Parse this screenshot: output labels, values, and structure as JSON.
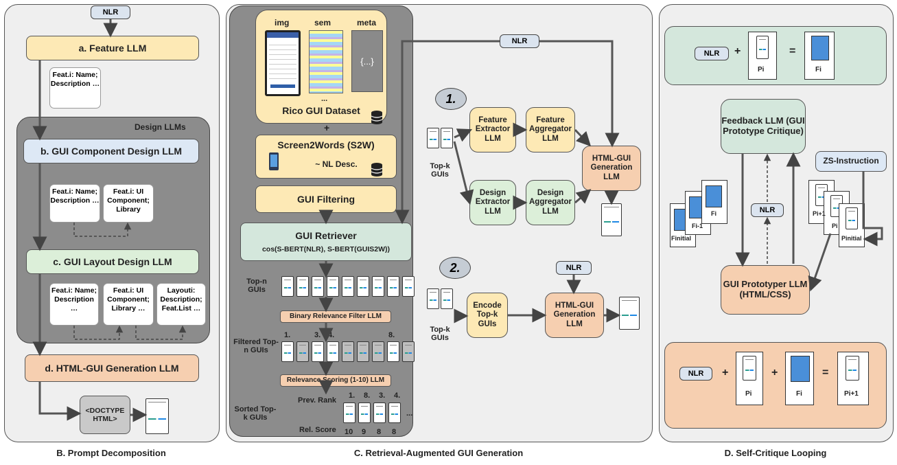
{
  "panelB": {
    "nlr": "NLR",
    "feature_llm": "a. Feature LLM",
    "note_a": "Feat.i: Name; Description …",
    "design_llms": "Design LLMs",
    "component_llm": "b. GUI Component Design LLM",
    "note_b1": "Feat.i: Name; Description …",
    "note_b2": "Feat.i: UI Component; Library",
    "layout_llm": "c. GUI Layout Design LLM",
    "note_c1": "Feat.i: Name; Description …",
    "note_c2": "Feat.i: UI Component; Library …",
    "note_c3": "Layouti: Description; Feat.List …",
    "html_llm": "d. HTML-GUI Generation LLM",
    "doctype": "<DOCTYPE HTML>",
    "caption": "B. Prompt Decomposition"
  },
  "panelC": {
    "img": "img",
    "sem": "sem",
    "meta": "meta",
    "meta_braces": "{...}",
    "ellipsis": "...",
    "rico": "Rico GUI Dataset",
    "plus": "+",
    "s2w": "Screen2Words (S2W)",
    "nl_desc": "~ NL Desc.",
    "filtering": "GUI Filtering",
    "retriever": "GUI Retriever",
    "retriever_formula": "cos(S-BERT(NLR), S-BERT(GUIS2W))",
    "topn": "Top-n GUIs",
    "binary_filter": "Binary Relevance Filter LLM",
    "filtered": "Filtered Top-n GUIs",
    "filtered_ranks": [
      "1.",
      "3.",
      "4.",
      "8."
    ],
    "relevance_scoring": "Relevance Scoring (1-10) LLM",
    "prev_rank_label": "Prev. Rank",
    "prev_ranks": [
      "1.",
      "8.",
      "3.",
      "4."
    ],
    "sorted": "Sorted Top-k GUIs",
    "rel_score_label": "Rel. Score",
    "rel_scores": [
      "10",
      "9",
      "8",
      "8"
    ],
    "nlr_top": "NLR",
    "circle1": "1.",
    "circle2": "2.",
    "topk1": "Top-k GUIs",
    "topk2": "Top-k GUIs",
    "feature_extractor": "Feature Extractor LLM",
    "feature_aggregator": "Feature Aggregator LLM",
    "design_extractor": "Design Extractor LLM",
    "design_aggregator": "Design Aggregator LLM",
    "html_gen1": "HTML-GUI Generation LLM",
    "encode": "Encode Top-k GUIs",
    "nlr_2": "NLR",
    "html_gen2": "HTML-GUI Generation LLM",
    "caption": "C. Retrieval-Augmented GUI Generation"
  },
  "panelD": {
    "nlr1": "NLR",
    "plus": "+",
    "equals": "=",
    "p_i": "Pi",
    "f_i": "Fi",
    "feedback_llm": "Feedback LLM (GUI Prototype Critique)",
    "zs_instruction": "ZS-Instruction",
    "nlr_mid": "NLR",
    "f_stack": [
      "Finitial",
      "Fi-1",
      "Fi"
    ],
    "p_stack": [
      "Pi+1",
      "Pi",
      "Pinitial"
    ],
    "prototyper": "GUI Prototyper LLM (HTML/CSS)",
    "nlr2": "NLR",
    "p_next": "Pi+1",
    "caption": "D. Self-Critique Looping"
  }
}
